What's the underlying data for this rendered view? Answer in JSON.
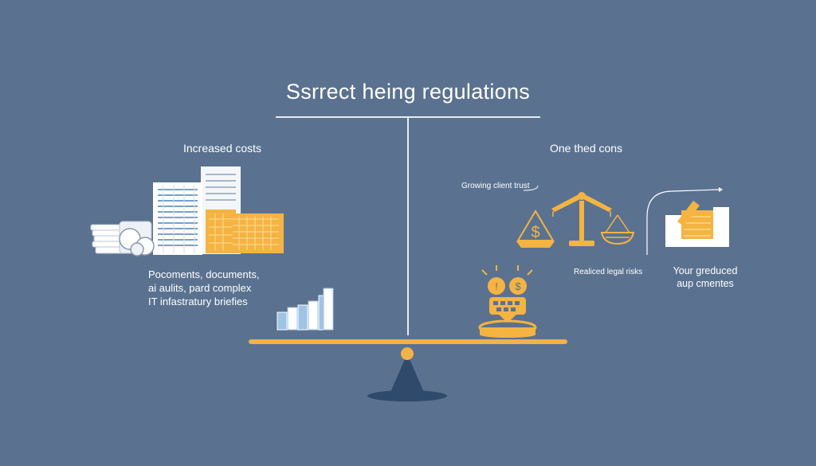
{
  "title": "Ssrrect heing regulations",
  "left": {
    "heading": "Increased costs",
    "description": [
      "Pocoments, documents,",
      "aі aulits, pard complex",
      "IT infastratury briefies"
    ]
  },
  "right": {
    "heading": "One thed cons",
    "trust_label": "Growing client trust",
    "risk_label": "Realiced legal risks",
    "reduced_label": [
      "Your greduced",
      "aup cmentes"
    ]
  },
  "colors": {
    "background": "#5a7290",
    "accent": "#f5b342",
    "beam": "#f0b24a",
    "fulcrum": "#2f4a6b",
    "paper": "#f4f6f9"
  },
  "icons": [
    "documents-stack-icon",
    "coins-icon",
    "calendar-grid-icon",
    "bar-chart-icon",
    "balance-scale-icon",
    "dollar-pan-icon",
    "coin-basket-icon",
    "growth-arrow-icon",
    "box-stack-icon"
  ]
}
